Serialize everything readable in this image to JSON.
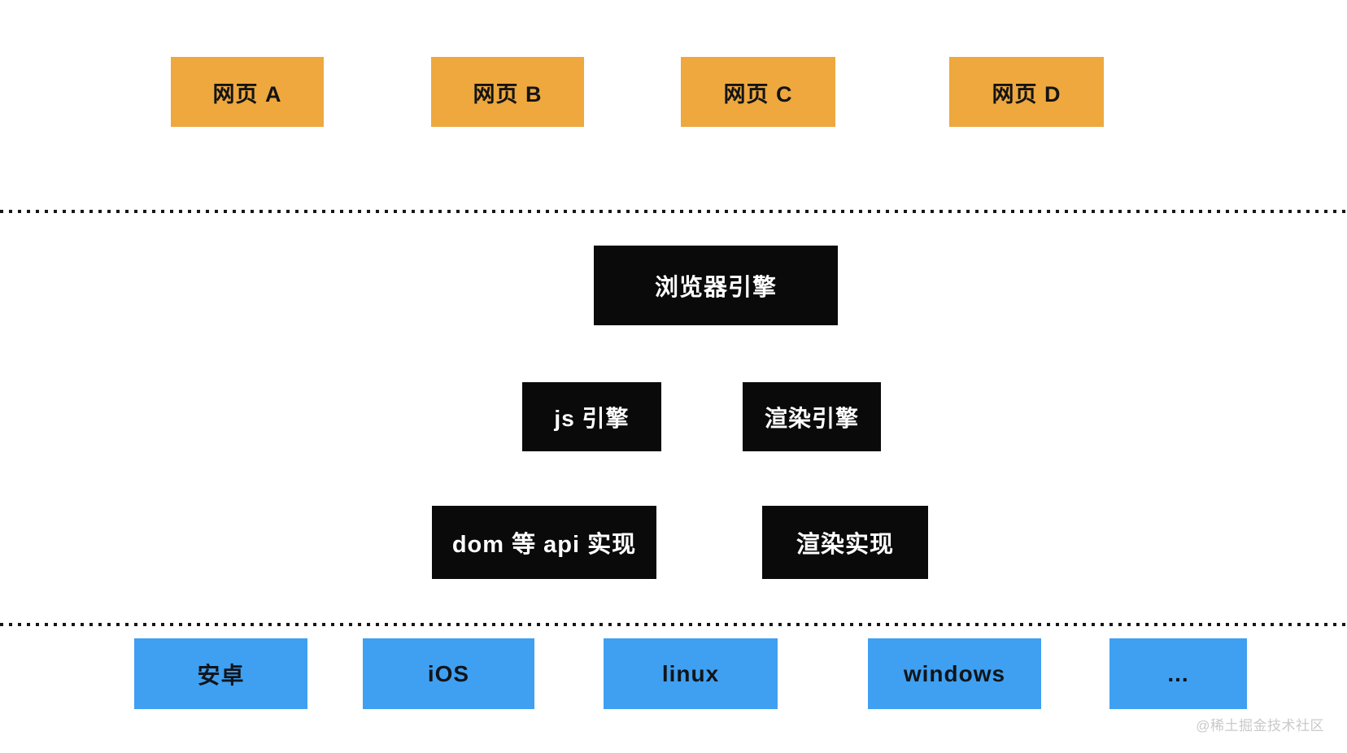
{
  "diagram": {
    "web_pages": [
      "网页 A",
      "网页 B",
      "网页 C",
      "网页 D"
    ],
    "browser_engine": "浏览器引擎",
    "engine_layer": [
      "js 引擎",
      "渲染引擎"
    ],
    "implementation_layer": [
      "dom 等 api 实现",
      "渲染实现"
    ],
    "os_layer": [
      "安卓",
      "iOS",
      "linux",
      "windows",
      "..."
    ],
    "watermark": "@稀土掘金技术社区"
  },
  "colors": {
    "webpage_box": "#EEA83E",
    "engine_box": "#0A0A0A",
    "os_box": "#3FA0F2",
    "dotted_divider": "#161616",
    "watermark_text": "#C9C9C9"
  }
}
